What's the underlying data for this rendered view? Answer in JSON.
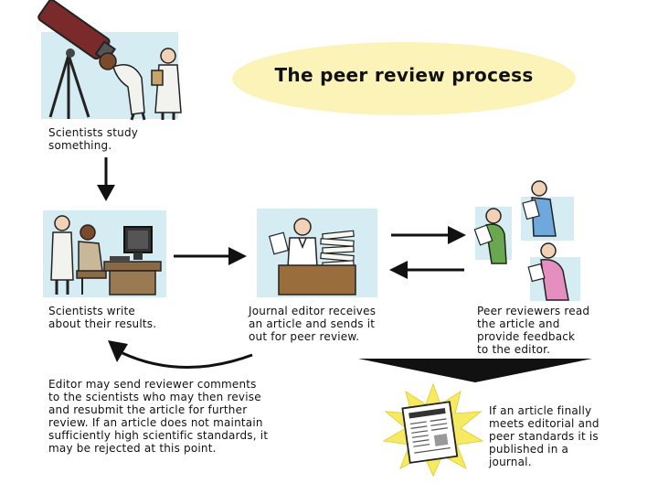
{
  "title": "The peer review process",
  "steps": {
    "study": "Scientists study\nsomething.",
    "write": "Scientists write\nabout their results.",
    "editor": "Journal editor receives\nan article and sends it\nout for peer review.",
    "reviewers": "Peer reviewers read\nthe article and\nprovide feedback\nto the editor.",
    "revise": "Editor may send reviewer comments\nto the scientists who may then revise\nand resubmit the article for further\nreview.  If an article does not maintain\nsufficiently high scientific standards, it\nmay be rejected at this point.",
    "publish": "If an article finally\nmeets editorial and\npeer standards it is\npublished in a\njournal."
  },
  "icons": {
    "telescope": "telescope-icon",
    "scientists": "scientists-icon",
    "computer": "computer-icon",
    "editor": "editor-icon",
    "reviewers": "reviewers-icon",
    "journal": "journal-icon"
  },
  "colors": {
    "panel": "#d6ecf3",
    "title_bg": "#fbf3b8",
    "burst": "#f7ea63",
    "reviewer_green": "#6aa84f",
    "reviewer_blue": "#6fa8dc",
    "reviewer_pink": "#e48fc0"
  }
}
